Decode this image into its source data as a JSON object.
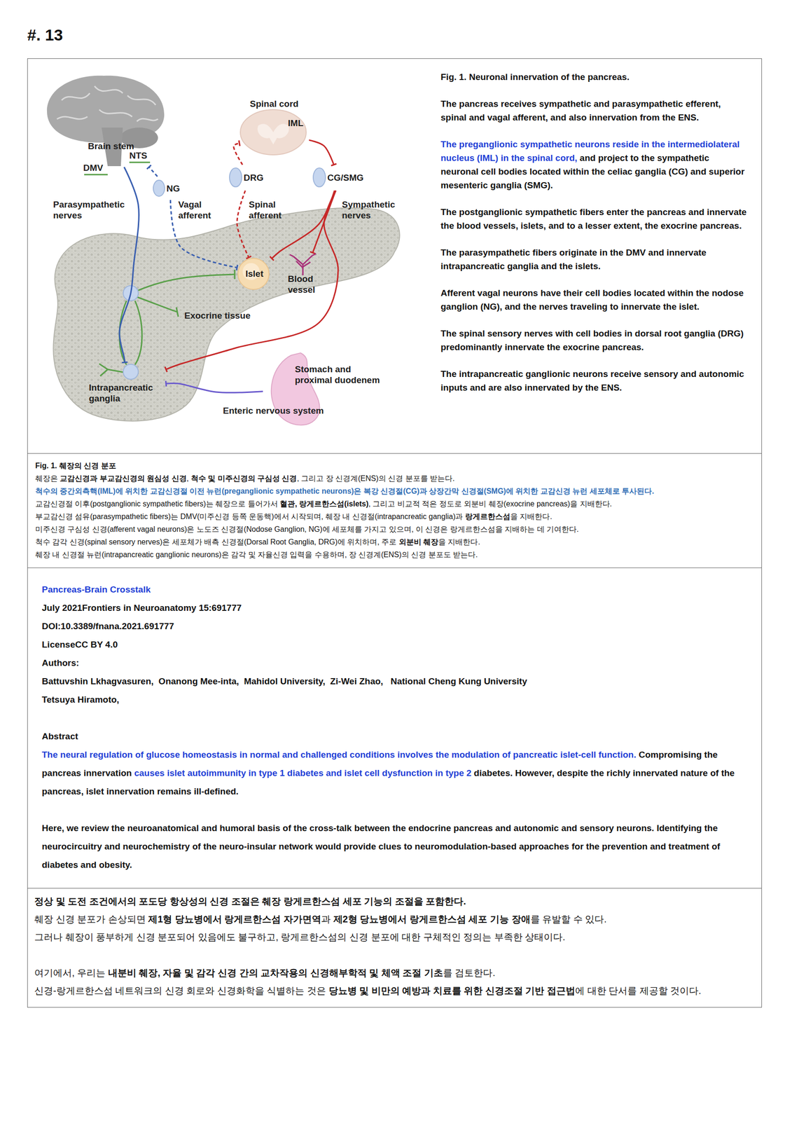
{
  "diagram": {
    "title": "#. 13",
    "caption": "Fig. 1. Neuronal innervation of the pancreas.",
    "nodes": [
      {
        "text": [
          "Brain stem"
        ]
      },
      {
        "text": [
          "Spinal cord",
          "IML"
        ]
      },
      {
        "text": [
          "NG"
        ]
      },
      {
        "text": [
          "DRG"
        ]
      },
      {
        "text": [
          "CG/SMG"
        ]
      },
      {
        "text": [
          "Islet"
        ]
      },
      {
        "text": [
          "Blood vessel"
        ]
      },
      {
        "text": [
          "Intrapancreatic ganglia"
        ]
      },
      {
        "text": [
          "Stomach and proximal duodenem"
        ]
      }
    ],
    "edges": [
      {
        "from": 1,
        "to": 4,
        "arrow": "to"
      },
      {
        "from": 4,
        "to": 5,
        "arrow": "to"
      },
      {
        "from": 4,
        "to": 6,
        "arrow": "to"
      },
      {
        "from": 4,
        "to": 7,
        "arrow": "to"
      },
      {
        "from": 3,
        "to": 1,
        "arrow": "to"
      },
      {
        "from": 3,
        "to": 5,
        "arrow": "to"
      },
      {
        "from": 2,
        "to": 0,
        "arrow": "to"
      },
      {
        "from": 2,
        "to": 5,
        "arrow": "to"
      },
      {
        "from": 0,
        "to": 7,
        "arrow": "to"
      },
      {
        "from": 8,
        "to": 7,
        "arrow": "to"
      }
    ],
    "labels": [
      "DMV",
      "NTS",
      "Parasympathetic nerves",
      "Vagal afferent",
      "Spinal afferent",
      "Sympathetic nerves",
      "Exocrine tissue",
      "Enteric nervous system",
      "The pancreas receives sympathetic and parasympathetic efferent, spinal and vagal afferent, and also innervation from the ENS.",
      "The preganglionic sympathetic neurons reside in the intermediolateral nucleus (IML) in the spinal cord,",
      " and project to the sympathetic neuronal cell bodies located within the celiac ganglia (CG) and superior mesenteric ganglia (SMG).",
      "The postganglionic sympathetic fibers enter the pancreas and innervate the blood vessels, islets, and to a lesser extent, the exocrine pancreas.",
      "The parasympathetic fibers originate in the DMV and innervate intrapancreatic ganglia and the islets.",
      "Afferent vagal neurons have their cell bodies located within the nodose ganglion (NG), and the nerves traveling to innervate the islet.",
      "The spinal sensory nerves with cell bodies in dorsal root ganglia (DRG) predominantly innervate the exocrine pancreas.",
      "The intrapancreatic ganglionic neurons receive sensory and autonomic inputs and are also innervated by the ENS.",
      "Fig. 1. 췌장의 신경 분포",
      "췌장은 ",
      "교감신경과 부교감신경의 원심성 신경",
      ", ",
      "척수 및 미주신경의 구심성 신경",
      ", 그리고 장 신경계(ENS)의 신경 분포를 받는다.",
      "척수의 중간외측핵(IML)에 위치한 교감신경절 이전 뉴런(preganglionic sympathetic neurons)은 복강 신경절(CG)과 상장간막 신경절(SMG)에 위치한 교감신경 뉴런 세포체로 투사된다.",
      "교감신경절 이후(postganglionic sympathetic fibers)는 췌장으로 들어가서 ",
      "혈관, 랑게르한스섬(islets)",
      ", 그리고 비교적 적은 정도로 외분비 췌장(exocrine pancreas)을 지배한다.",
      "부교감신경 섬유(parasympathetic fibers)는 DMV(미주신경 등쪽 운동핵)에서 시작되며, 췌장 내 신경절(intrapancreatic ganglia)과 ",
      "랑게르한스섬",
      "을 지배한다.",
      "미주신경 구심성 신경(afferent vagal neurons)은 노도즈 신경절(Nodose Ganglion, NG)에 세포체를 가지고 있으며, 이 신경은 랑게르한스섬을 지배하는 데 기여한다.",
      "척수 감각 신경(spinal sensory nerves)은 세포체가 배측 신경절(Dorsal Root Ganglia, DRG)에 위치하며, 주로 ",
      "외분비 췌장",
      "을 지배한다.",
      "췌장 내 신경절 뉴런(intrapancreatic ganglionic neurons)은 감각 및 자율신경 입력을 수용하며, 장 신경계(ENS)의 신경 분포도 받는다.",
      "Pancreas-Brain Crosstalk",
      "July 2021Frontiers in Neuroanatomy 15:691777",
      "DOI:10.3389/fnana.2021.691777",
      "LicenseCC BY 4.0",
      "Authors:",
      "Battuvshin Lkhagvasuren,  Onanong Mee-inta,  Mahidol University,  Zi-Wei Zhao,   National Cheng Kung University",
      "Tetsuya Hiramoto,",
      "Abstract",
      "The neural regulation of glucose homeostasis in normal and challenged conditions involves the modulation of pancreatic islet-cell function.",
      " Compromising the pancreas innervation ",
      "causes islet autoimmunity in type 1 diabetes and islet cell dysfunction in type 2",
      " diabetes. However, despite the richly innervated nature of the pancreas, islet innervation remains ill-defined.",
      "Here, we review the neuroanatomical and humoral basis of the cross-talk between the endocrine pancreas and autonomic and sensory neurons. Identifying the neurocircuitry and neurochemistry of the neuro-insular network would provide clues to neuromodulation-based approaches for the prevention and treatment of diabetes and obesity.",
      "정상 및 도전 조건에서의 포도당 항상성의 신경 조절은 췌장 랑게르한스섬 세포 기능의 조절을 포함한다.",
      "췌장 신경 분포가 손상되면 ",
      "제1형 당뇨병에서 랑게르한스섬 자가면역",
      "과 ",
      "제2형 당뇨병에서 랑게르한스섬 세포 기능 장애",
      "를 유발할 수 있다.",
      "그러나 췌장이 풍부하게 신경 분포되어 있음에도 불구하고, 랑게르한스섬의 신경 분포에 대한 구체적인 정의는 부족한 상태이다.",
      "여기에서, 우리는 ",
      "내분비 췌장, 자율 및 감각 신경 간의 교차작용의 신경해부학적 및 체액 조절 기초",
      "를 검토한다.",
      "신경-랑게르한스섬 네트워크의 신경 회로와 신경화학을 식별하는 것은 ",
      "당뇨병 및 비만의 예방과 치료를 위한 신경조절 기반 접근법",
      "에 대한 단서를 제공할 것이다."
    ]
  }
}
